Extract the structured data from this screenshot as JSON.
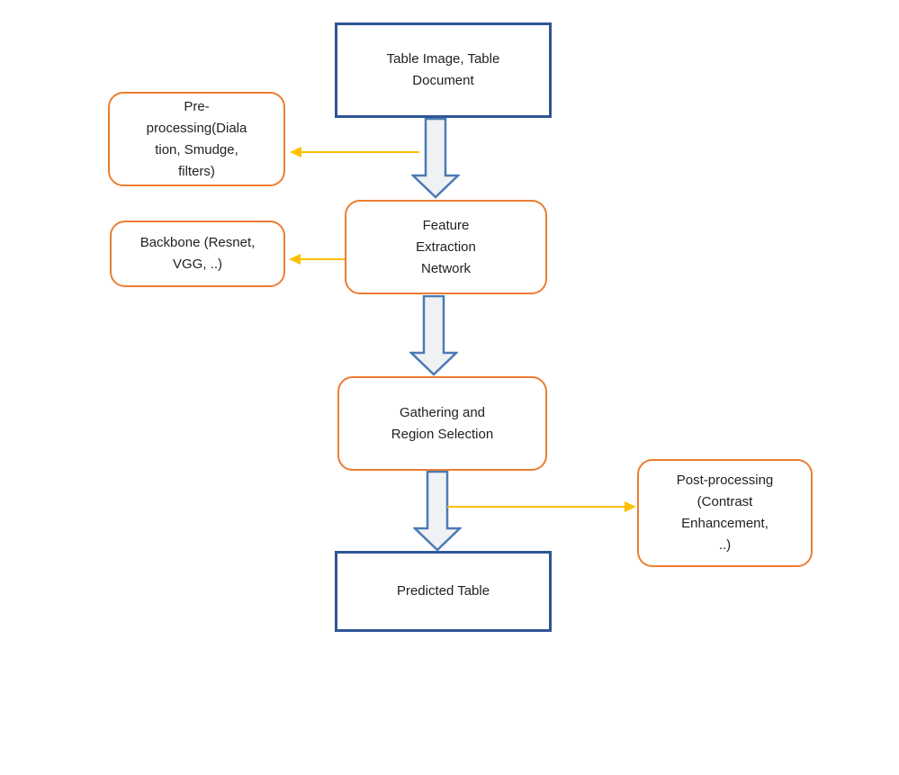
{
  "diagram": {
    "description": "Table extraction pipeline flowchart",
    "nodes": {
      "table_input": {
        "lines": [
          "Table Image, Table",
          "Document"
        ]
      },
      "preprocessing": {
        "lines": [
          "Pre-",
          "processing(Diala",
          "tion, Smudge,",
          "filters)"
        ]
      },
      "feature_extraction": {
        "lines": [
          "Feature",
          "Extraction",
          "Network"
        ]
      },
      "backbone": {
        "lines": [
          "Backbone (Resnet,",
          "VGG, ..)"
        ]
      },
      "gathering": {
        "lines": [
          "Gathering and",
          "Region Selection"
        ]
      },
      "post_processing": {
        "lines": [
          "Post-processing",
          "(Contrast",
          "Enhancement,",
          "..)"
        ]
      },
      "predicted_table": {
        "lines": [
          "Predicted Table"
        ]
      }
    },
    "colors": {
      "primary_box_border": "#2F5597",
      "rounded_box_border": "#ED7D31",
      "connector_arrow": "#FFC000",
      "flow_arrow_stroke": "#4B7BB5",
      "flow_arrow_fill": "#F0F1F4",
      "text": "#1F1F1F",
      "background": "#FFFFFF"
    }
  }
}
